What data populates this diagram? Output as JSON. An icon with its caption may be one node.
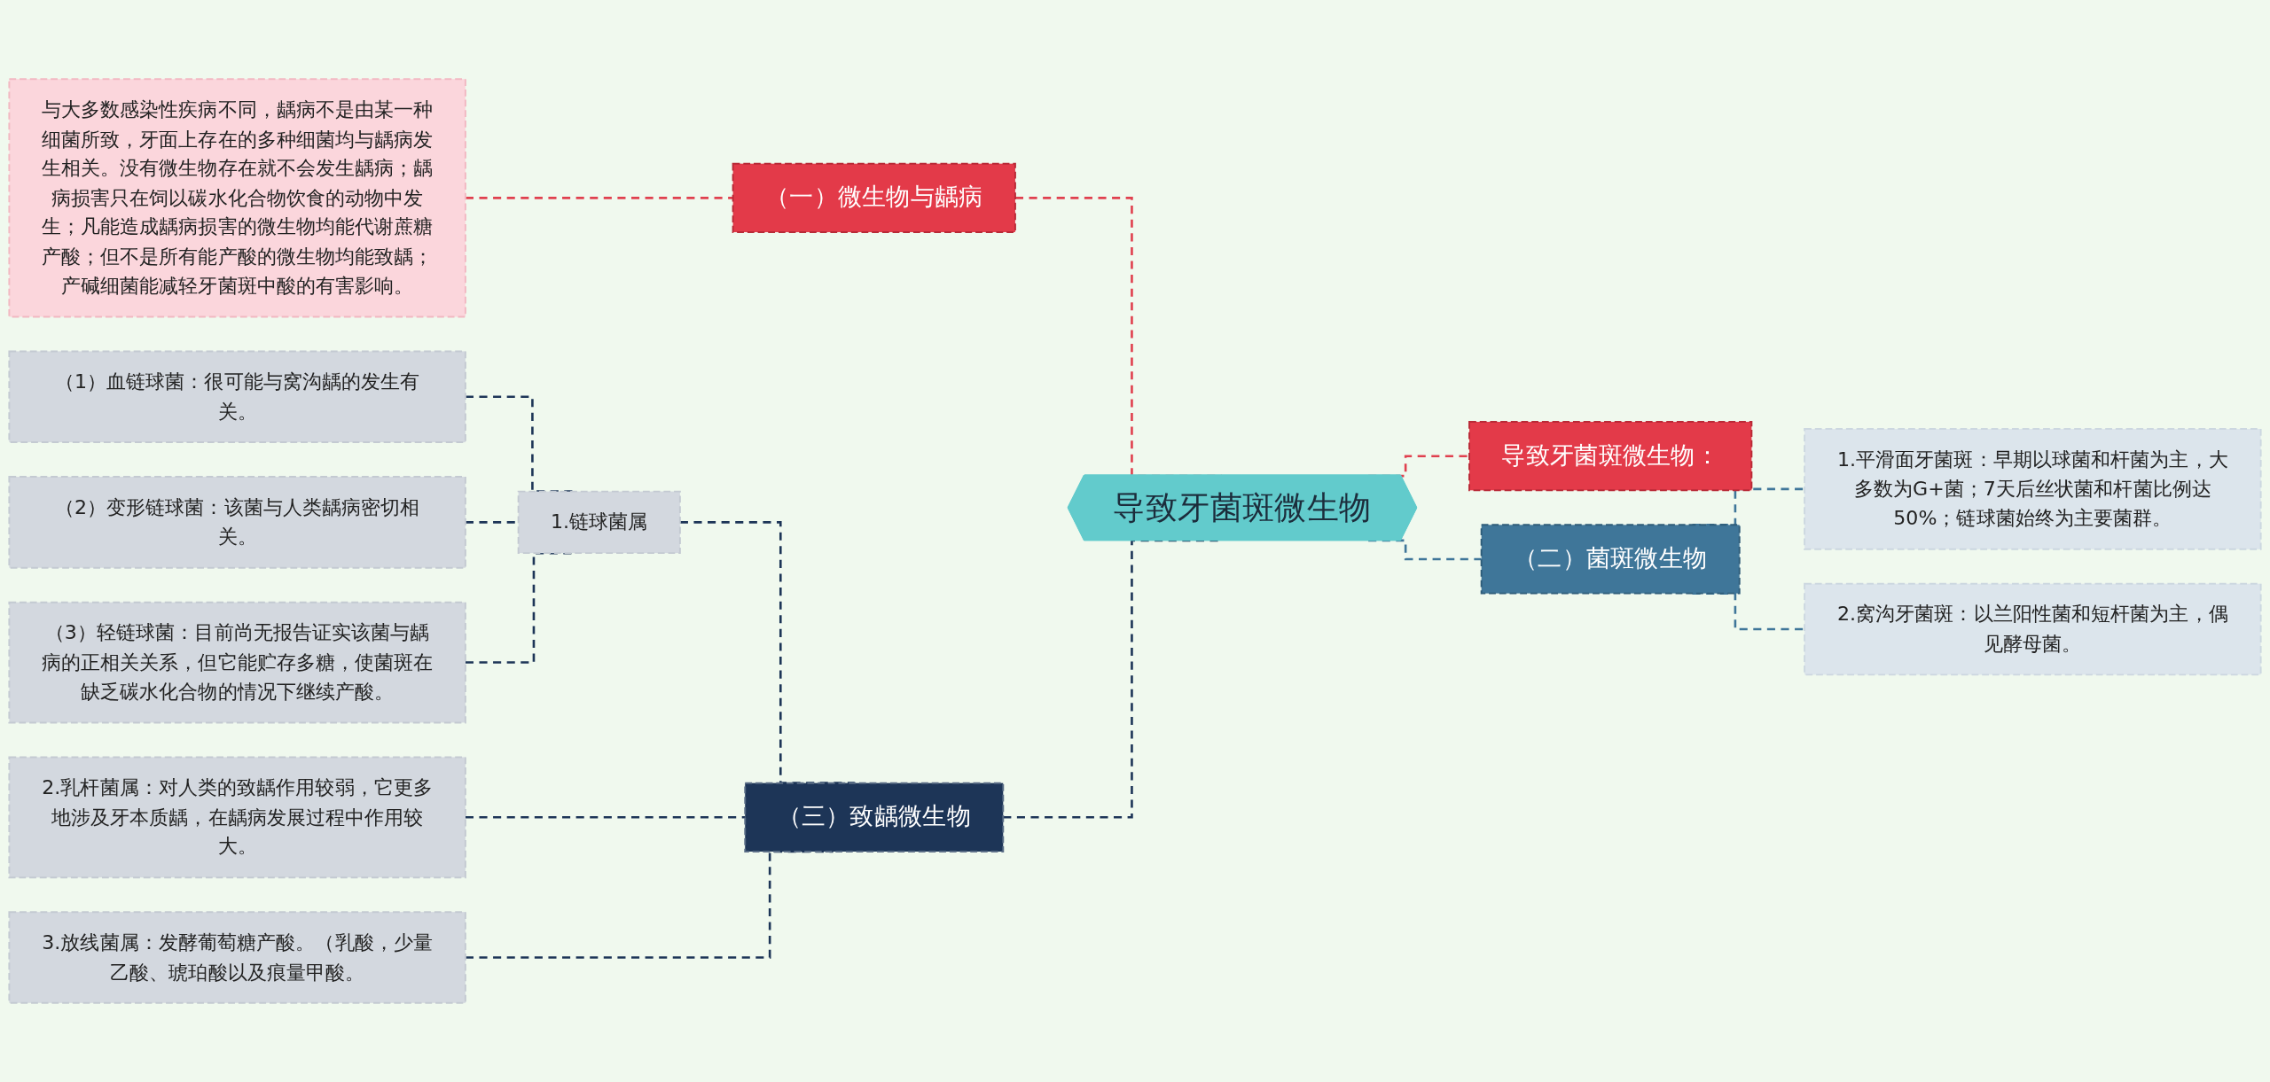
{
  "diagram": {
    "nodes": [
      {
        "text": [
          "导致牙菌斑微生物"
        ]
      },
      {
        "text": [
          "（一）微生物与龋病"
        ]
      },
      {
        "text": [
          "与大多数感染性疾病不同，龋病不是由某一种细菌所致，牙面上存在的多种细菌均与龋病发生相关。没有微生物存在就不会发生龋病；龋病损害只在饲以碳水化合物饮食的动物中发生；凡能造成龋病损害的微生物均能代谢蔗糖产酸；但不是所有能产酸的微生物均能致龋；产碱细菌能减轻牙菌斑中酸的有害影响。"
        ]
      },
      {
        "text": [
          "导致牙菌斑微生物："
        ]
      },
      {
        "text": [
          "（二）菌斑微生物"
        ]
      },
      {
        "text": [
          "1.平滑面牙菌斑：早期以球菌和杆菌为主，大多数为G+菌；7天后丝状菌和杆菌比例达50%；链球菌始终为主要菌群。"
        ]
      },
      {
        "text": [
          "2.窝沟牙菌斑：以兰阳性菌和短杆菌为主，偶见酵母菌。"
        ]
      },
      {
        "text": [
          "（三）致龋微生物"
        ]
      },
      {
        "text": [
          "1.链球菌属"
        ]
      },
      {
        "text": [
          "（1）血链球菌：很可能与窝沟龋的发生有关。"
        ]
      },
      {
        "text": [
          "（2）变形链球菌：该菌与人类龋病密切相关。"
        ]
      },
      {
        "text": [
          "（3）轻链球菌：目前尚无报告证实该菌与龋病的正相关关系，但它能贮存多糖，使菌斑在缺乏碳水化合物的情况下继续产酸。"
        ]
      },
      {
        "text": [
          "2.乳杆菌属：对人类的致龋作用较弱，它更多地涉及牙本质龋，在龋病发展过程中作用较大。"
        ]
      },
      {
        "text": [
          "3.放线菌属：发酵葡萄糖产酸。（乳酸，少量乙酸、琥珀酸以及痕量甲酸。"
        ]
      }
    ],
    "edges": [
      {
        "from": 1,
        "to": 0,
        "arrow": "none",
        "style": "dashed",
        "color": "#e0404e"
      },
      {
        "from": 2,
        "to": 1,
        "arrow": "none",
        "style": "dashed",
        "color": "#e0404e"
      },
      {
        "from": 0,
        "to": 3,
        "arrow": "none",
        "style": "dashed",
        "color": "#e0404e"
      },
      {
        "from": 0,
        "to": 4,
        "arrow": "none",
        "style": "dashed",
        "color": "#3f7699"
      },
      {
        "from": 4,
        "to": 5,
        "arrow": "none",
        "style": "dashed",
        "color": "#3f7699"
      },
      {
        "from": 4,
        "to": 6,
        "arrow": "none",
        "style": "dashed",
        "color": "#3f7699"
      },
      {
        "from": 7,
        "to": 0,
        "arrow": "none",
        "style": "dashed"
      },
      {
        "from": 8,
        "to": 7,
        "arrow": "none",
        "style": "dashed"
      },
      {
        "from": 9,
        "to": 8,
        "arrow": "none",
        "style": "dashed"
      },
      {
        "from": 10,
        "to": 8,
        "arrow": "none",
        "style": "dashed"
      },
      {
        "from": 11,
        "to": 8,
        "arrow": "none",
        "style": "dashed"
      },
      {
        "from": 12,
        "to": 7,
        "arrow": "none",
        "style": "dashed"
      },
      {
        "from": 13,
        "to": 7,
        "arrow": "none",
        "style": "dashed"
      }
    ]
  }
}
